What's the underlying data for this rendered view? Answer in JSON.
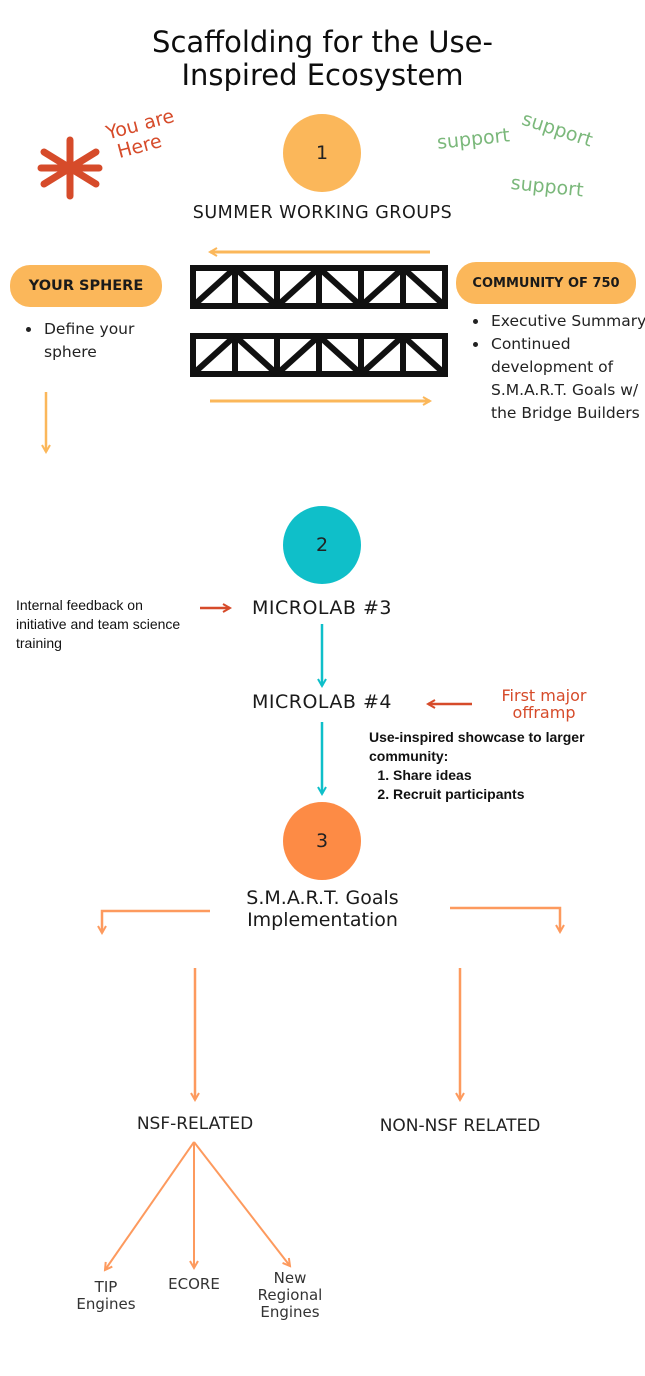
{
  "title_line1": "Scaffolding for the Use-",
  "title_line2": "Inspired Ecosystem",
  "you_are_here": {
    "line1": "You are",
    "line2": "Here"
  },
  "support_labels": [
    "support",
    "support",
    "support"
  ],
  "steps": [
    {
      "number": "1",
      "label": "SUMMER WORKING GROUPS",
      "color": "#fbb75a"
    },
    {
      "number": "2",
      "label": "MICROLAB #3",
      "color": "#0fbfc9"
    },
    {
      "number": "3",
      "label_line1": "S.M.A.R.T. Goals",
      "label_line2": "Implementation",
      "color": "#fd8b45"
    }
  ],
  "your_sphere": {
    "label": "YOUR SPHERE",
    "bullets": [
      "Define your sphere"
    ]
  },
  "community": {
    "label": "COMMUNITY OF 750",
    "bullets": [
      "Executive Summary",
      "Continued development of S.M.A.R.T. Goals w/ the Bridge Builders"
    ]
  },
  "internal_feedback": "Internal feedback on initiative and team science training",
  "microlab4": "MICROLAB #4",
  "first_offramp": {
    "line1": "First major",
    "line2": "offramp"
  },
  "showcase": {
    "intro": "Use-inspired showcase to larger community:",
    "items": [
      "Share ideas",
      "Recruit participants"
    ]
  },
  "branches": {
    "nsf": "NSF-RELATED",
    "non_nsf": "NON-NSF RELATED"
  },
  "leaves": [
    {
      "line1": "TIP",
      "line2": "Engines",
      "line3": ""
    },
    {
      "line1": "ECORE",
      "line2": "",
      "line3": ""
    },
    {
      "line1": "New",
      "line2": "Regional",
      "line3": "Engines"
    }
  ],
  "colors": {
    "orange_arrow": "#fbb75a",
    "red_arrow": "#d64b2a",
    "teal_arrow": "#0fbfc9",
    "light_orange_arrow": "#fd9a5e",
    "support_green": "#7bb87b"
  }
}
